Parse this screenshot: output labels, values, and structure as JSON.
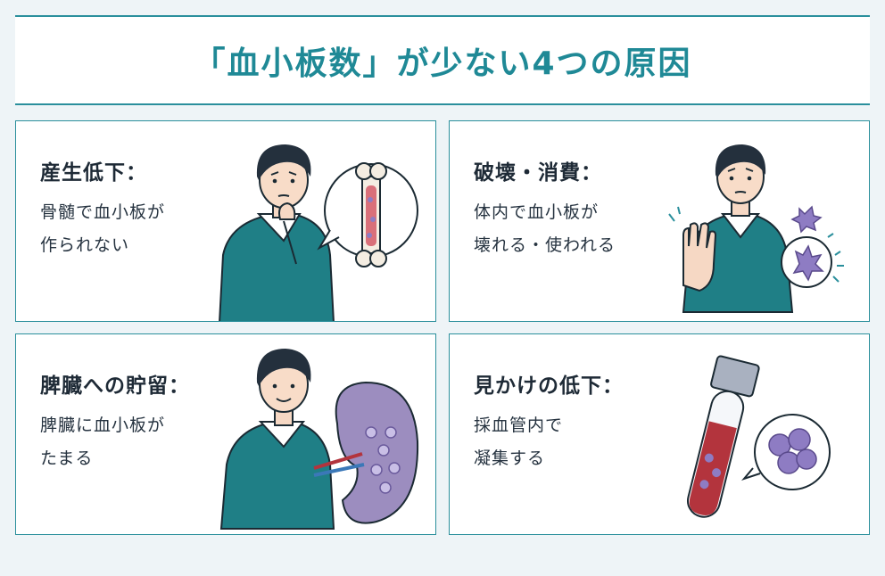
{
  "title": "「血小板数」が少ない4つの原因",
  "colors": {
    "accent": "#2a8f9c",
    "sweater": "#1f7f86",
    "hair": "#24303d",
    "bone": "#f4ede2",
    "marrow": "#d9707a",
    "platelet": "#8e7cc3",
    "blood": "#b3343d",
    "spleen": "#9c8dbf"
  },
  "cards": [
    {
      "heading": "産生低下：",
      "lines": [
        "骨髄で血小板が",
        "作られない"
      ]
    },
    {
      "heading": "破壊・消費：",
      "lines": [
        "体内で血小板が",
        "壊れる・使われる"
      ]
    },
    {
      "heading": "脾臓への貯留：",
      "lines": [
        "脾臓に血小板が",
        "たまる"
      ]
    },
    {
      "heading": "見かけの低下：",
      "lines": [
        "採血管内で",
        "凝集する"
      ]
    }
  ],
  "icons": [
    "thinking-man-icon",
    "bone-marrow-icon",
    "stop-hand-man-icon",
    "platelet-icon",
    "smiling-man-icon",
    "spleen-icon",
    "blood-tube-icon",
    "clumped-platelets-icon"
  ]
}
